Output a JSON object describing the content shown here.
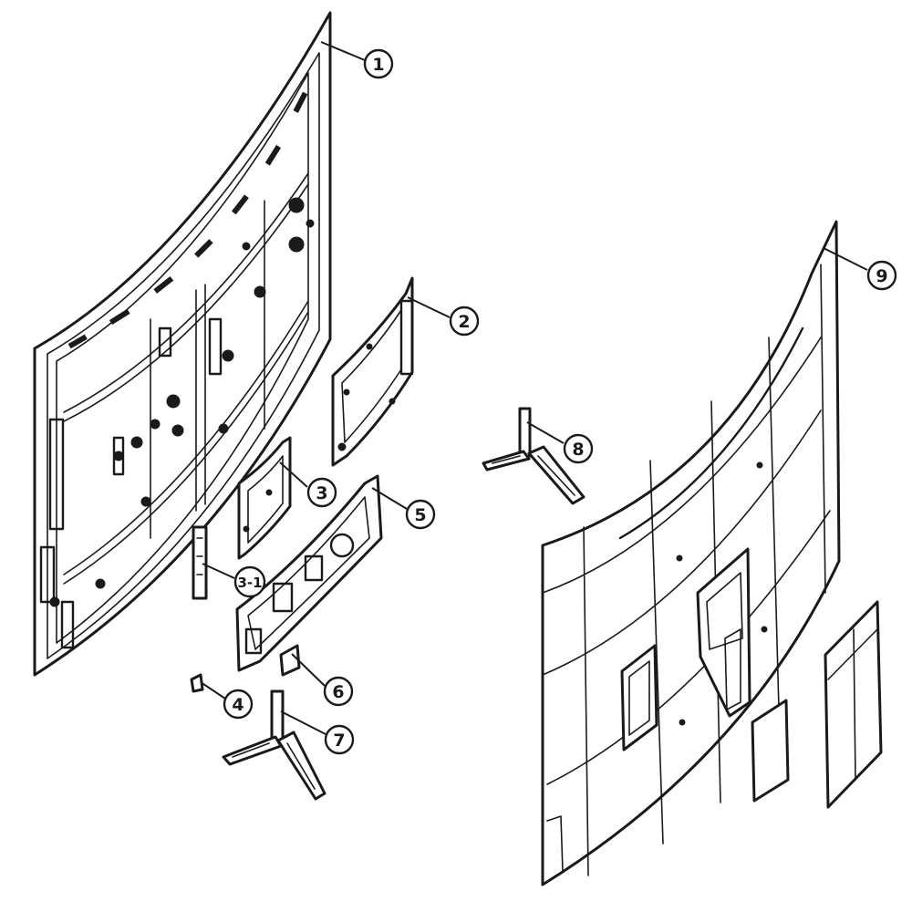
{
  "callouts": [
    {
      "id": "1",
      "label": "1"
    },
    {
      "id": "2",
      "label": "2"
    },
    {
      "id": "3",
      "label": "3"
    },
    {
      "id": "3-1",
      "label": "3-1"
    },
    {
      "id": "4",
      "label": "4"
    },
    {
      "id": "5",
      "label": "5"
    },
    {
      "id": "6",
      "label": "6"
    },
    {
      "id": "7",
      "label": "7"
    },
    {
      "id": "8",
      "label": "8"
    },
    {
      "id": "9",
      "label": "9"
    }
  ],
  "colors": {
    "line": "#1a1a1a",
    "background": "#ffffff"
  }
}
